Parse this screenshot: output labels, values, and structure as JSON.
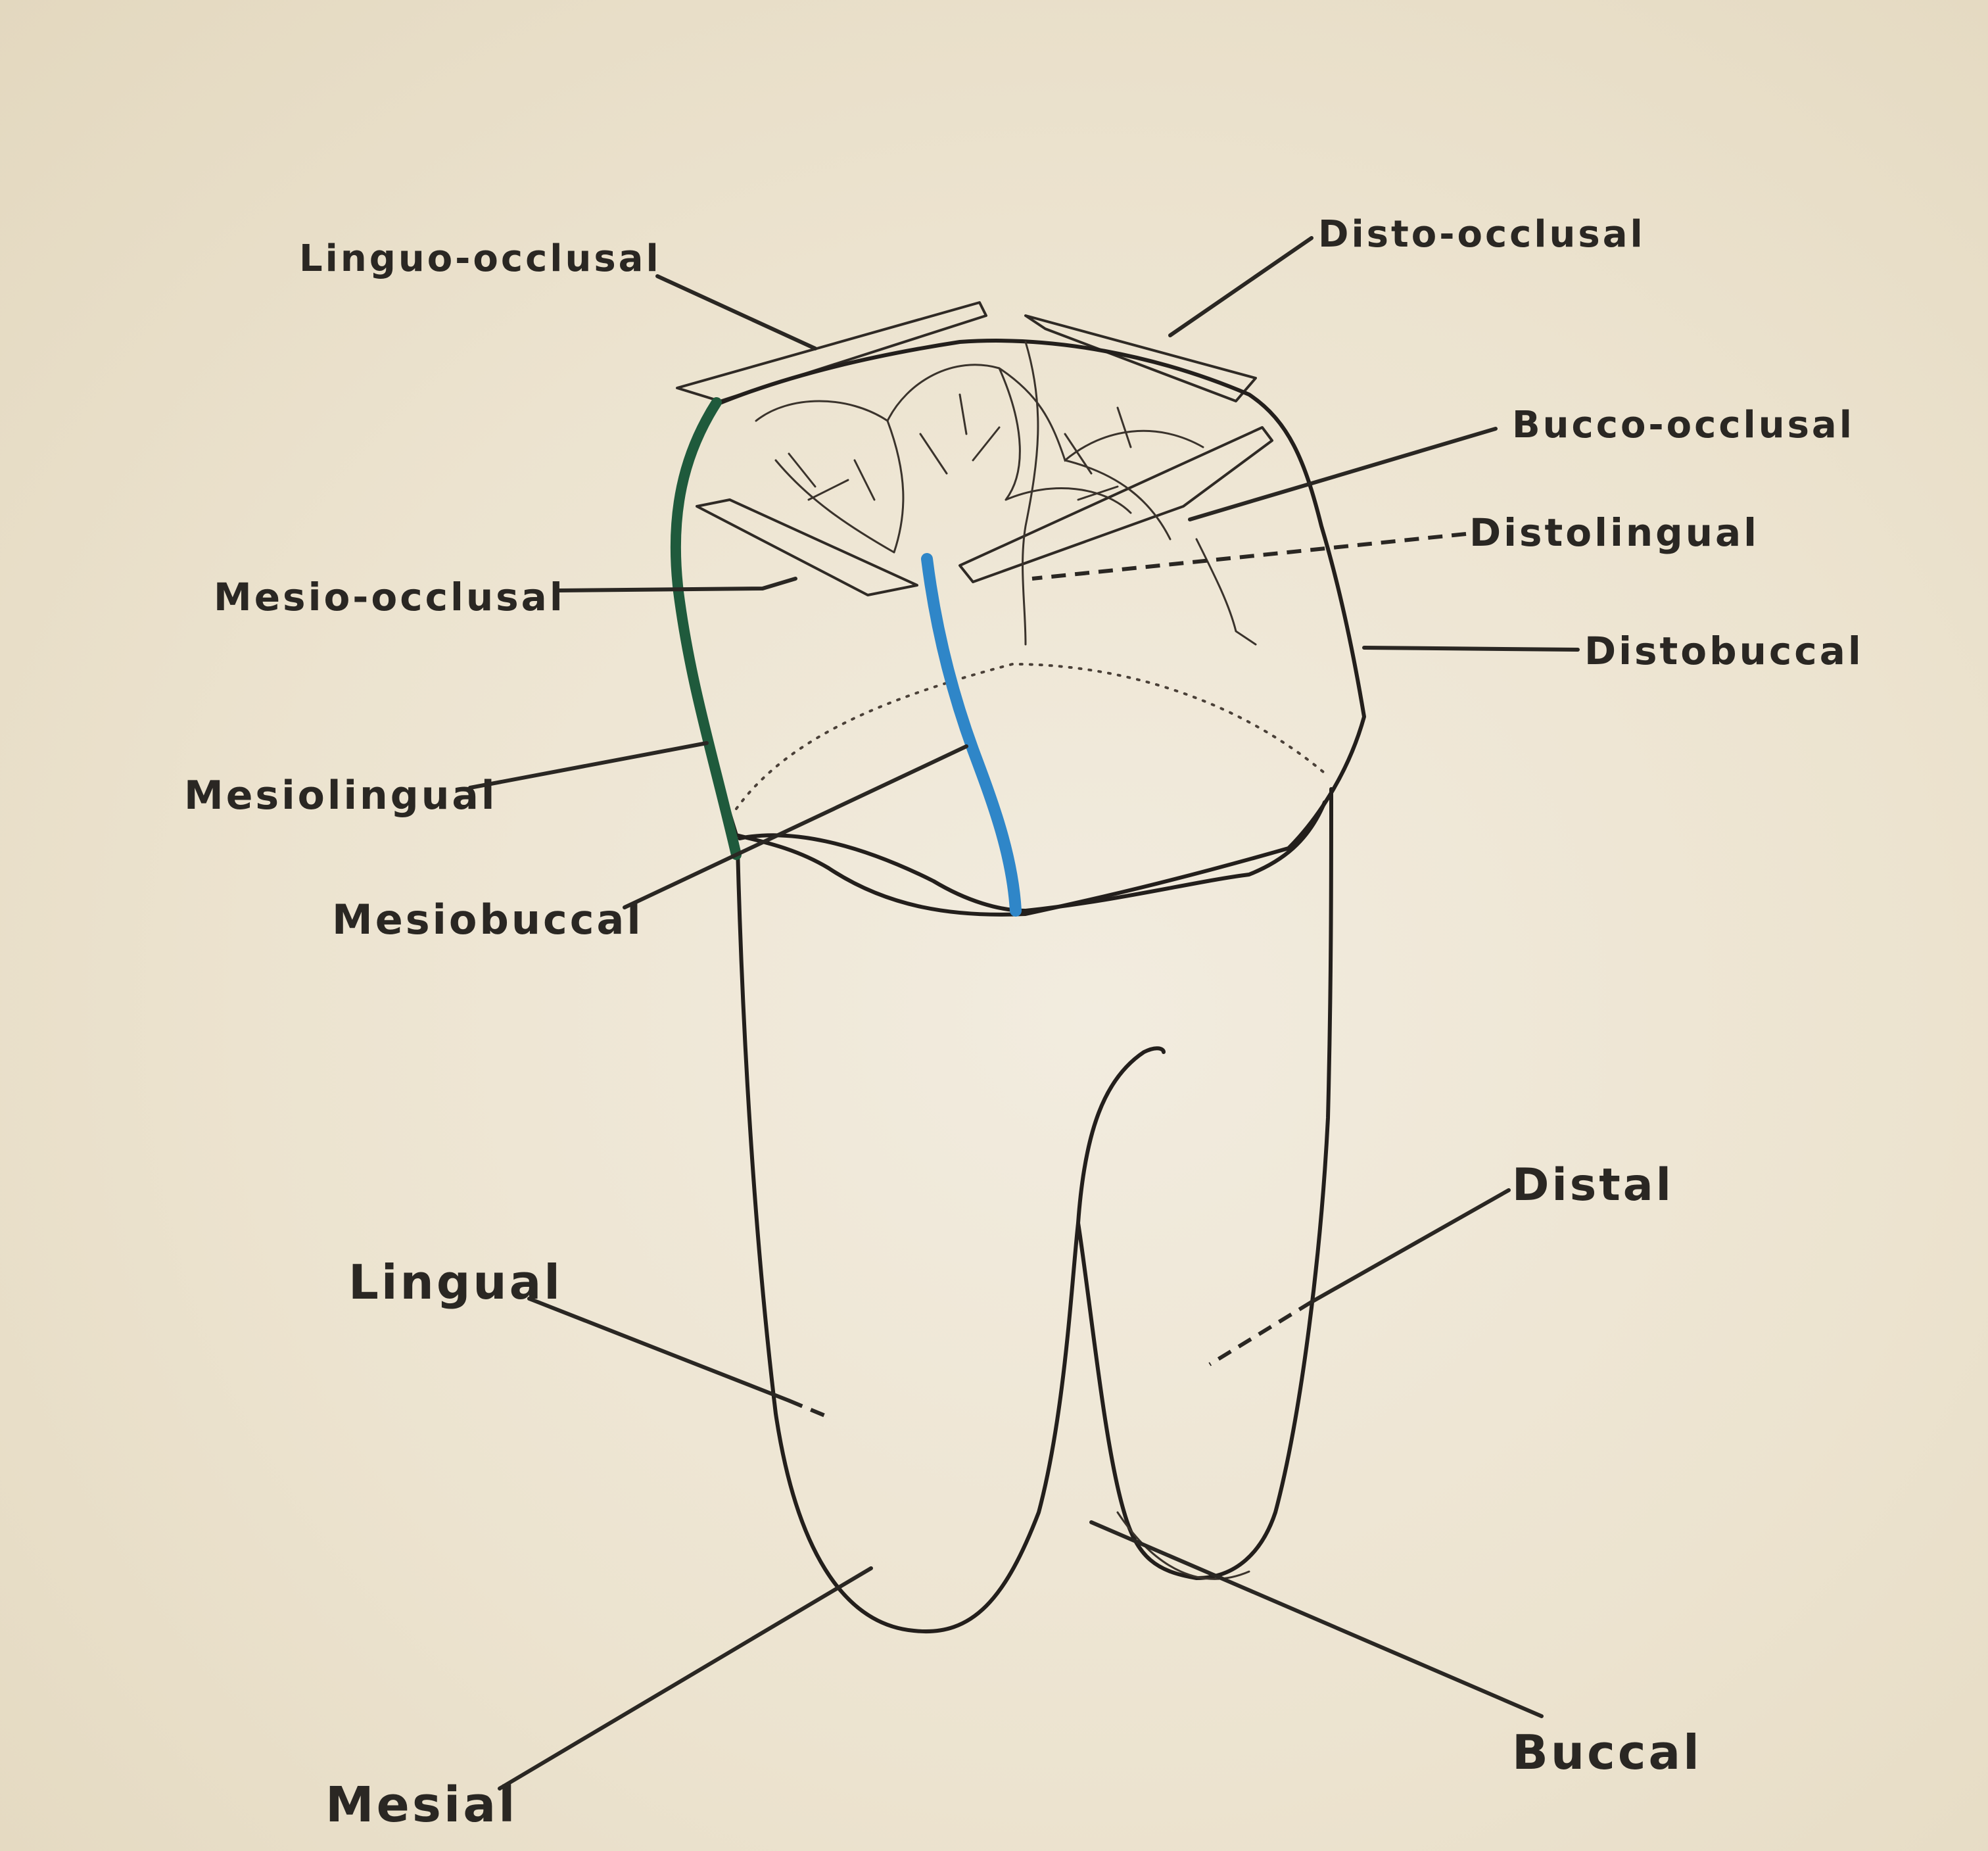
{
  "labels": {
    "linguo_occlusal": "Linguo-occlusal",
    "disto_occlusal": "Disto-occlusal",
    "bucco_occlusal": "Bucco-occlusal",
    "distolingual": "Distolingual",
    "mesio_occlusal": "Mesio-occlusal",
    "distobuccal": "Distobuccal",
    "mesiolingual": "Mesiolingual",
    "mesiobuccal": "Mesiobuccal",
    "distal": "Distal",
    "lingual": "Lingual",
    "buccal": "Buccal",
    "mesial": "Mesial"
  },
  "colors": {
    "mesiolingual_line_angle": "#1f5a3c",
    "mesiobuccal_line_angle": "#2f86c8",
    "ink": "#2a2723",
    "paper": "#efe6d2"
  }
}
